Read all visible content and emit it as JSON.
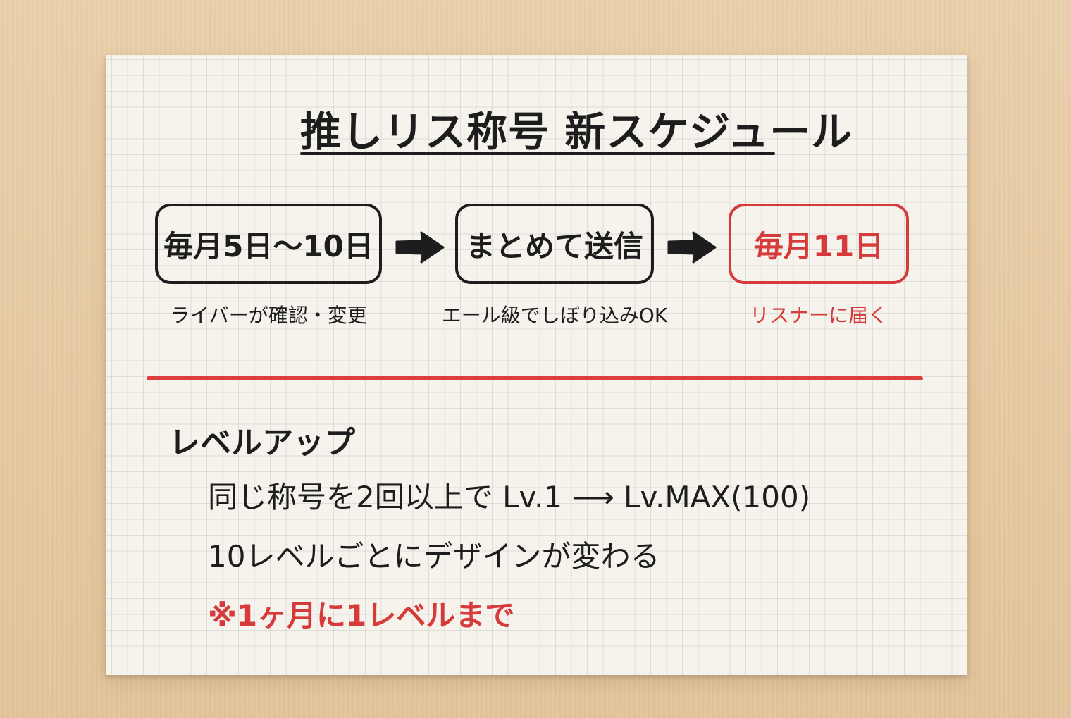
{
  "title": "推しリス称号 新スケジュール",
  "steps": [
    {
      "label": "毎月5日〜10日",
      "caption": "ライバーが確認・変更"
    },
    {
      "label": "まとめて送信",
      "caption": "エール級でしぼり込みOK"
    },
    {
      "label": "毎月11日",
      "caption": "リスナーに届く"
    }
  ],
  "levelup": {
    "heading": "レベルアップ",
    "lines": [
      "同じ称号を2回以上で Lv.1 ⟶ Lv.MAX(100)",
      "10レベルごとにデザインが変わる"
    ],
    "note": "※1ヶ月に1レベルまで"
  },
  "colors": {
    "ink": "#1d1d1d",
    "red": "#d63a3a"
  },
  "icons": [
    "right-arrow-icon",
    "right-arrow-icon"
  ]
}
